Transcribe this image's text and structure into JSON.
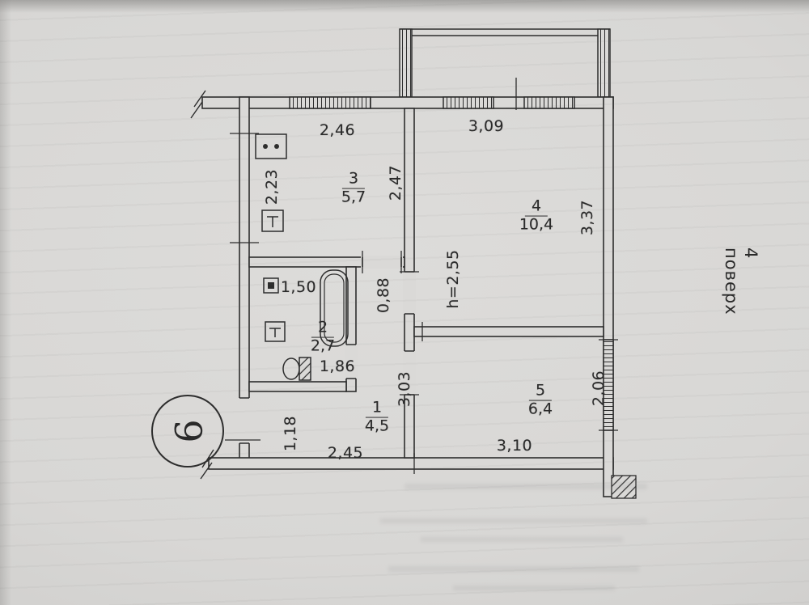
{
  "scan": {
    "floor_note": "4 поверх",
    "apartment_number": "9"
  },
  "rooms": {
    "r1": {
      "num": "1",
      "area": "4,5"
    },
    "r2": {
      "num": "2",
      "area": "2,7"
    },
    "r3": {
      "num": "3",
      "area": "5,7"
    },
    "r4": {
      "num": "4",
      "area": "10,4"
    },
    "r5": {
      "num": "5",
      "area": "6,4"
    }
  },
  "dims": {
    "kitchen_width": "2,46",
    "room4_width": "3,09",
    "kitchen_side": "2,23",
    "kitchen_depth": "2,47",
    "room4_depth": "3,37",
    "kitchen_door": "0,88",
    "ceiling": "h=2,55",
    "bath_width": "1,50",
    "bath_depth": "1,86",
    "hall_depth": "3,03",
    "room5_depth": "2,06",
    "entry": "1,18",
    "hall_width": "2,45",
    "room5_width": "3,10"
  }
}
